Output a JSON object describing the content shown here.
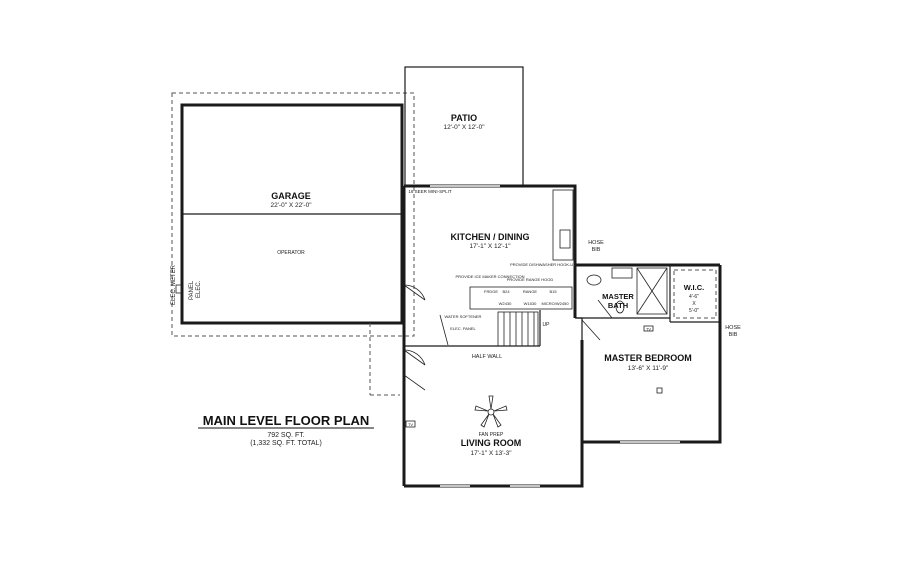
{
  "plan_title": "MAIN LEVEL FLOOR PLAN",
  "area_main": "792 SQ. FT.",
  "area_total": "(1,332 SQ. FT. TOTAL)",
  "rooms": {
    "patio": {
      "name": "PATIO",
      "dim": "12'-0\" X 12'-0\""
    },
    "garage": {
      "name": "GARAGE",
      "dim": "22'-0\" X 22'-0\""
    },
    "kitchen": {
      "name": "KITCHEN / DINING",
      "dim": "17'-1\" X 12'-1\""
    },
    "master_bath": {
      "name_line1": "MASTER",
      "name_line2": "BATH"
    },
    "wic": {
      "name": "W.I.C.",
      "dim1": "4'-6\"",
      "dim2": "X",
      "dim3": "5'-0\""
    },
    "master_bedroom": {
      "name": "MASTER BEDROOM",
      "dim": "13'-6\" X 11'-9\""
    },
    "living_room": {
      "name": "LIVING ROOM",
      "dim": "17'-1\" X 13'-3\""
    }
  },
  "notes": {
    "mini_split": "16 SEER MINI-SPLIT",
    "operator": "OPERATOR",
    "elec_meter": "ELEC. METER",
    "panel": "PANEL",
    "elec": "ELEC.",
    "hose_bib_1a": "HOSE",
    "hose_bib_1b": "BIB",
    "hose_bib_2a": "HOSE",
    "hose_bib_2b": "BIB",
    "half_wall": "HALF WALL",
    "up": "UP",
    "fan_prep": "FAN PREP",
    "tv_1": "TV",
    "tv_2": "TV",
    "ice_maker": "PROVIDE ICE MAKER CONNECTION",
    "range_hood": "PROVIDE RANGE HOOD",
    "dishwasher": "PROVIDE DISHWASHER HOOK-UP",
    "water_softener": "WATER SOFTENER",
    "elec_panel_label": "ELEC. PANEL",
    "fridge": "FRDGE",
    "b24": "B24",
    "range": "RANGE",
    "b15": "B15",
    "w2430": "W2430",
    "w1530": "W1530",
    "micro": "MICRO/W2450"
  }
}
